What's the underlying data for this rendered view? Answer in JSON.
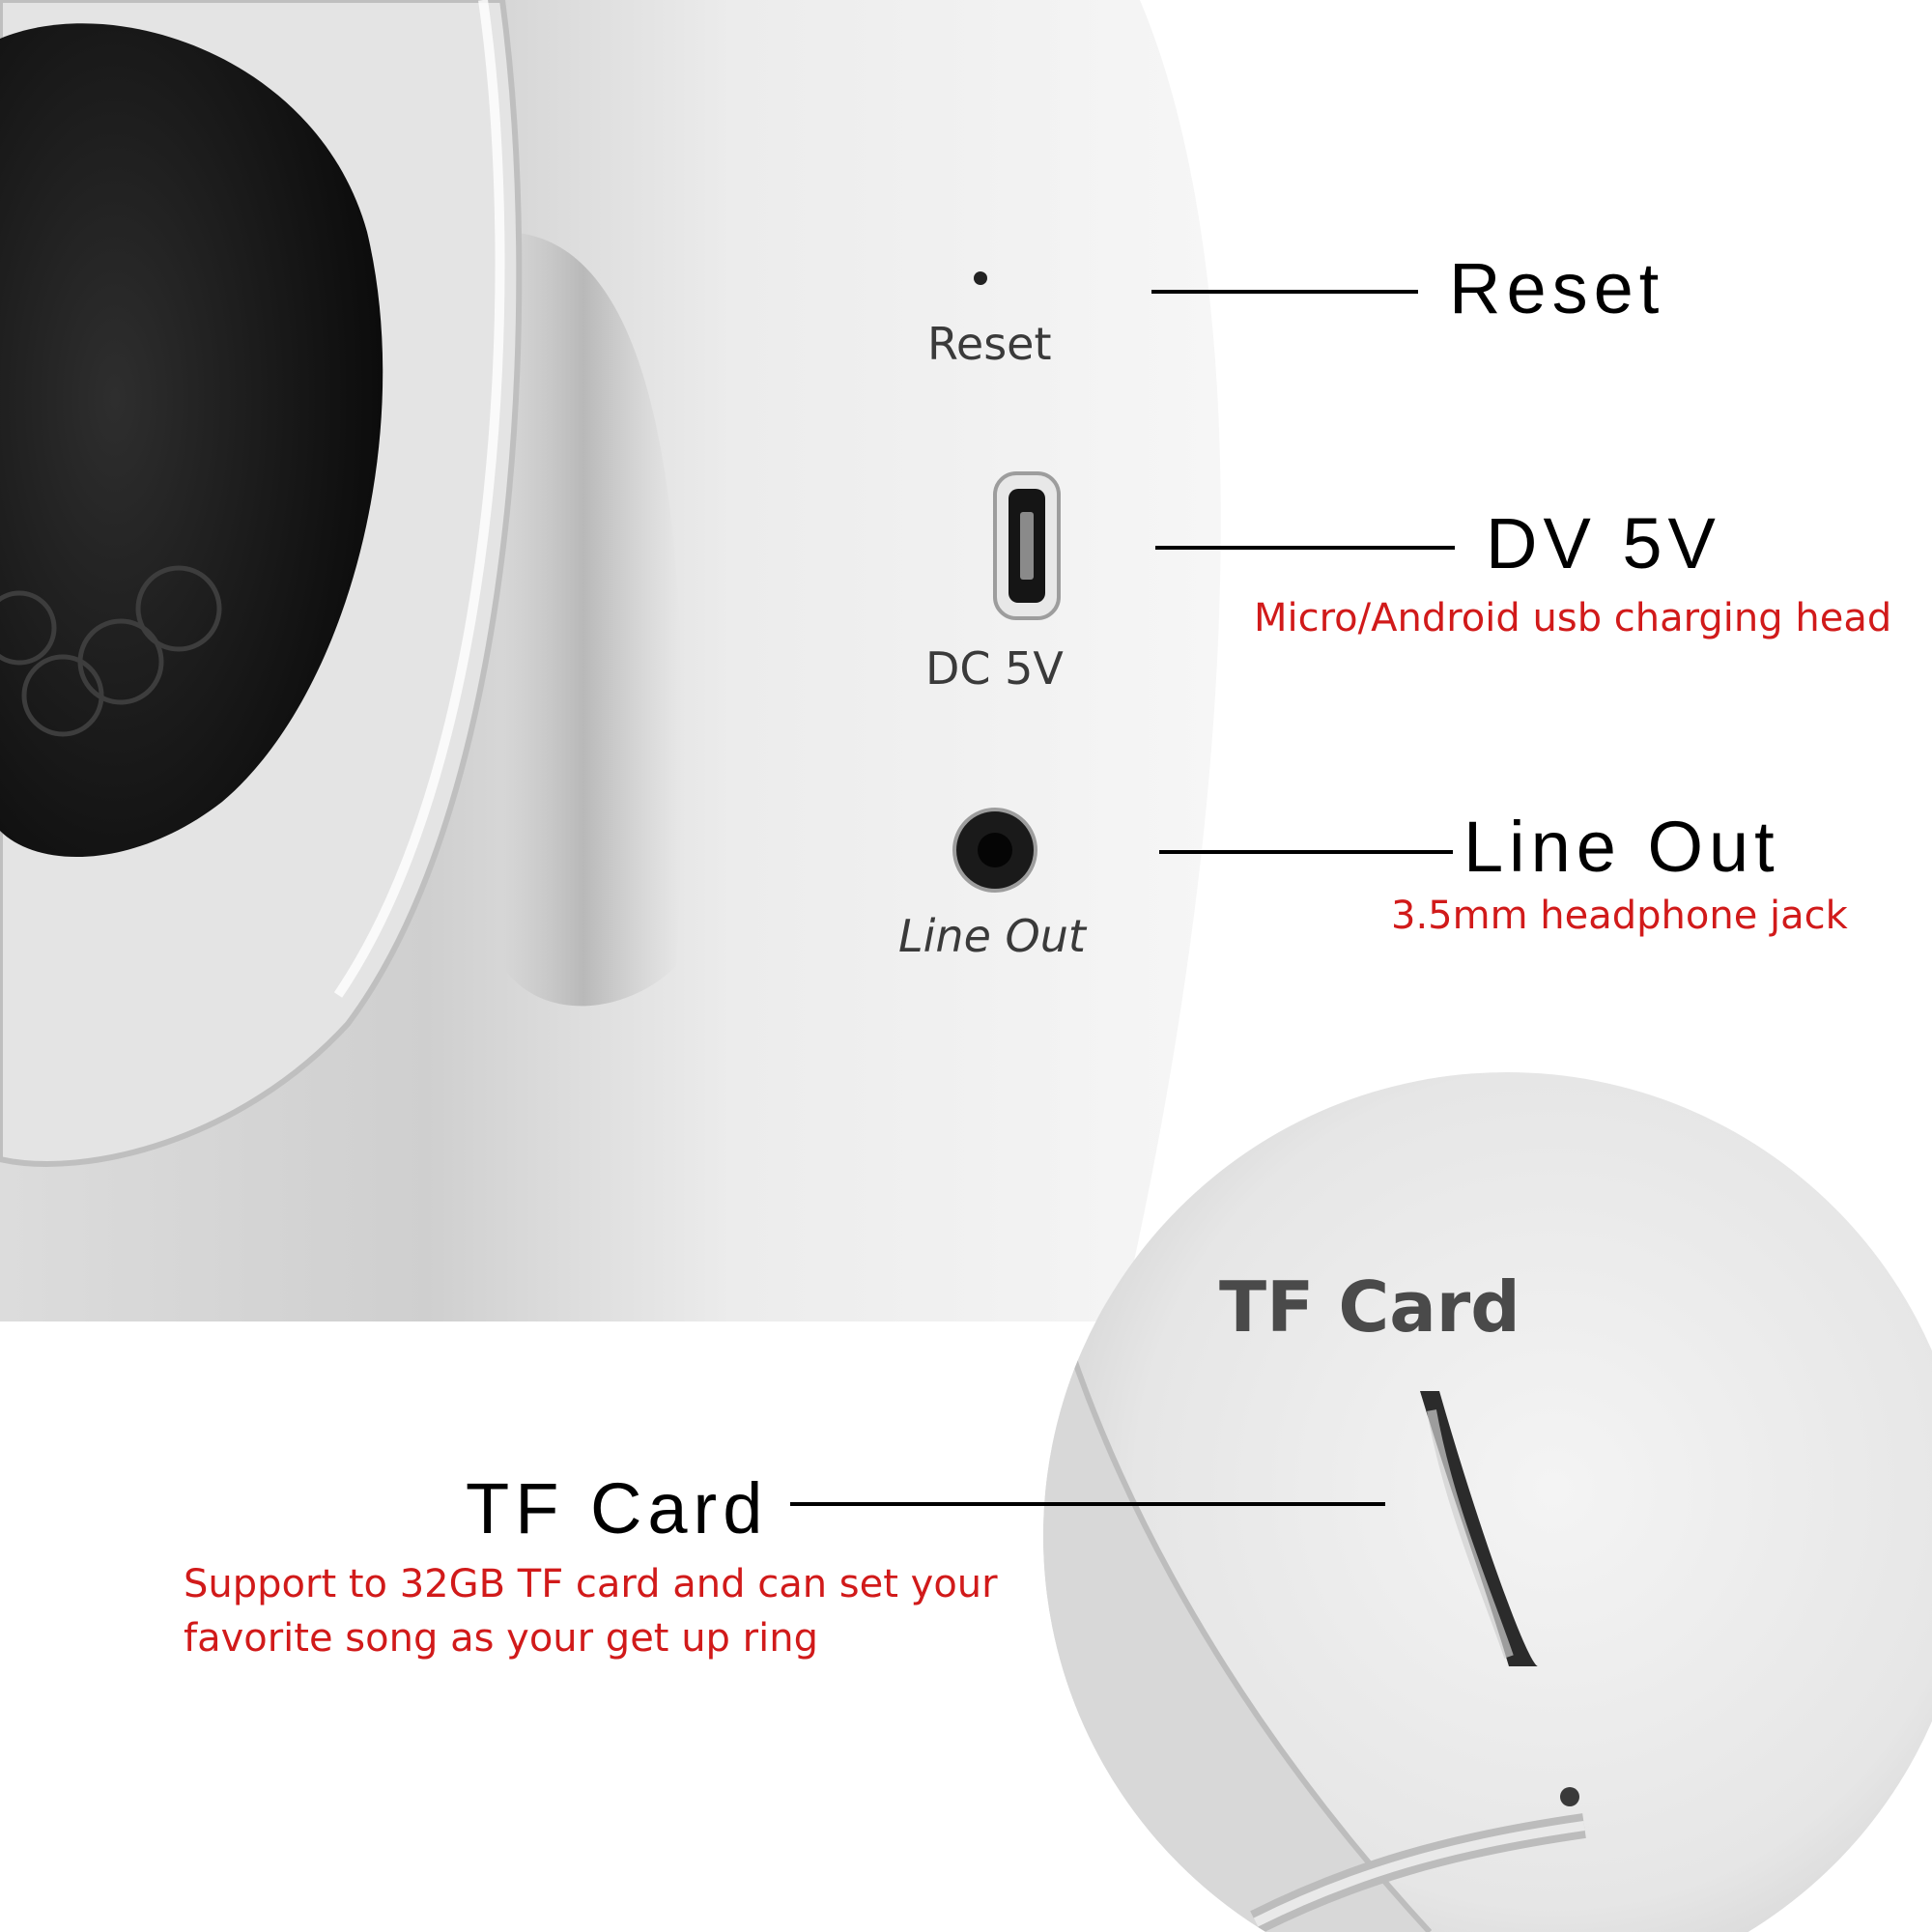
{
  "device_markings": {
    "reset": "Reset",
    "dc5v": "DC 5V",
    "line_out": "Line Out",
    "tf_card": "TF Card"
  },
  "callouts": {
    "reset": {
      "title": "Reset"
    },
    "dv5v": {
      "title": "DV 5V",
      "description": "Micro/Android usb charging head"
    },
    "line_out": {
      "title": "Line Out",
      "description": "3.5mm headphone jack"
    },
    "tf_card": {
      "title": "TF Card",
      "description_lines": [
        "Support to 32GB TF card and can set your",
        "favorite song as your get up ring"
      ]
    }
  },
  "colors": {
    "title": "#000000",
    "description": "#d11a1a",
    "device_body": "#f1f1f1"
  }
}
